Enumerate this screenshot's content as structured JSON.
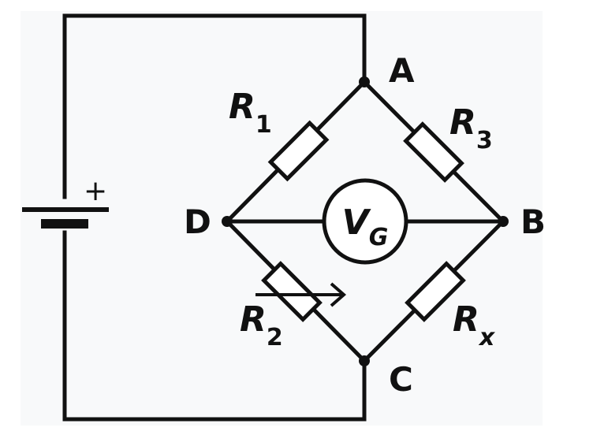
{
  "nodes": {
    "a": "A",
    "b": "B",
    "c": "C",
    "d": "D"
  },
  "resistors": {
    "r1": {
      "letter": "R",
      "sub": "1"
    },
    "r2": {
      "letter": "R",
      "sub": "2"
    },
    "r3": {
      "letter": "R",
      "sub": "3"
    },
    "rx": {
      "letter": "R",
      "sub": "x"
    }
  },
  "galvanometer": {
    "letter": "V",
    "sub": "G"
  },
  "battery": {
    "polarity": "+"
  },
  "colors": {
    "line": "#111111",
    "panel": "#f8f9fa"
  }
}
